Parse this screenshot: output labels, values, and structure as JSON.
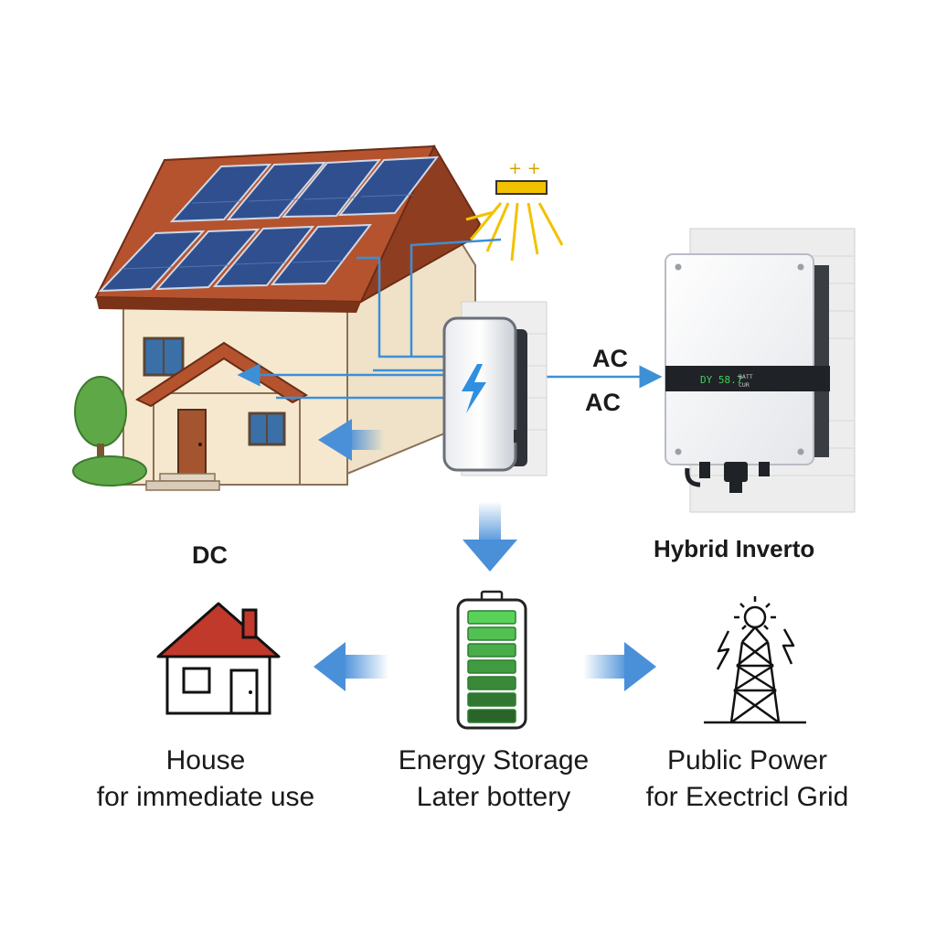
{
  "labels": {
    "ac_top": "AC",
    "ac_bottom": "AC",
    "dc": "DC",
    "inverter_title": "Hybrid Inverto",
    "house_line1": "House",
    "house_line2": "for immediate use",
    "storage_line1": "Energy Storage",
    "storage_line2": "Later bottery",
    "grid_line1": "Public Power",
    "grid_line2": "for Exectricl Grid"
  },
  "inverter_display": {
    "readout_left": "DY 58.7",
    "readout_mid": "BATT",
    "readout_right": "CUR"
  },
  "colors": {
    "flow_arrow": "#4a90d9",
    "wire": "#3d8fd6",
    "roof": "#b5532f",
    "wall": "#f5e6cc",
    "panel": "#2f4f8f",
    "battery_fill": "#4caf50",
    "icon_house_roof": "#c0392b",
    "bolt": "#2f8fe0",
    "sun_rays": "#f2c200"
  },
  "icons": {
    "solar_house": "solar-house-illustration",
    "sun": "sun-icon",
    "wallbox": "lightning-bolt-icon",
    "inverter": "inverter-icon",
    "house": "house-icon",
    "battery": "battery-icon",
    "grid": "power-tower-icon"
  }
}
